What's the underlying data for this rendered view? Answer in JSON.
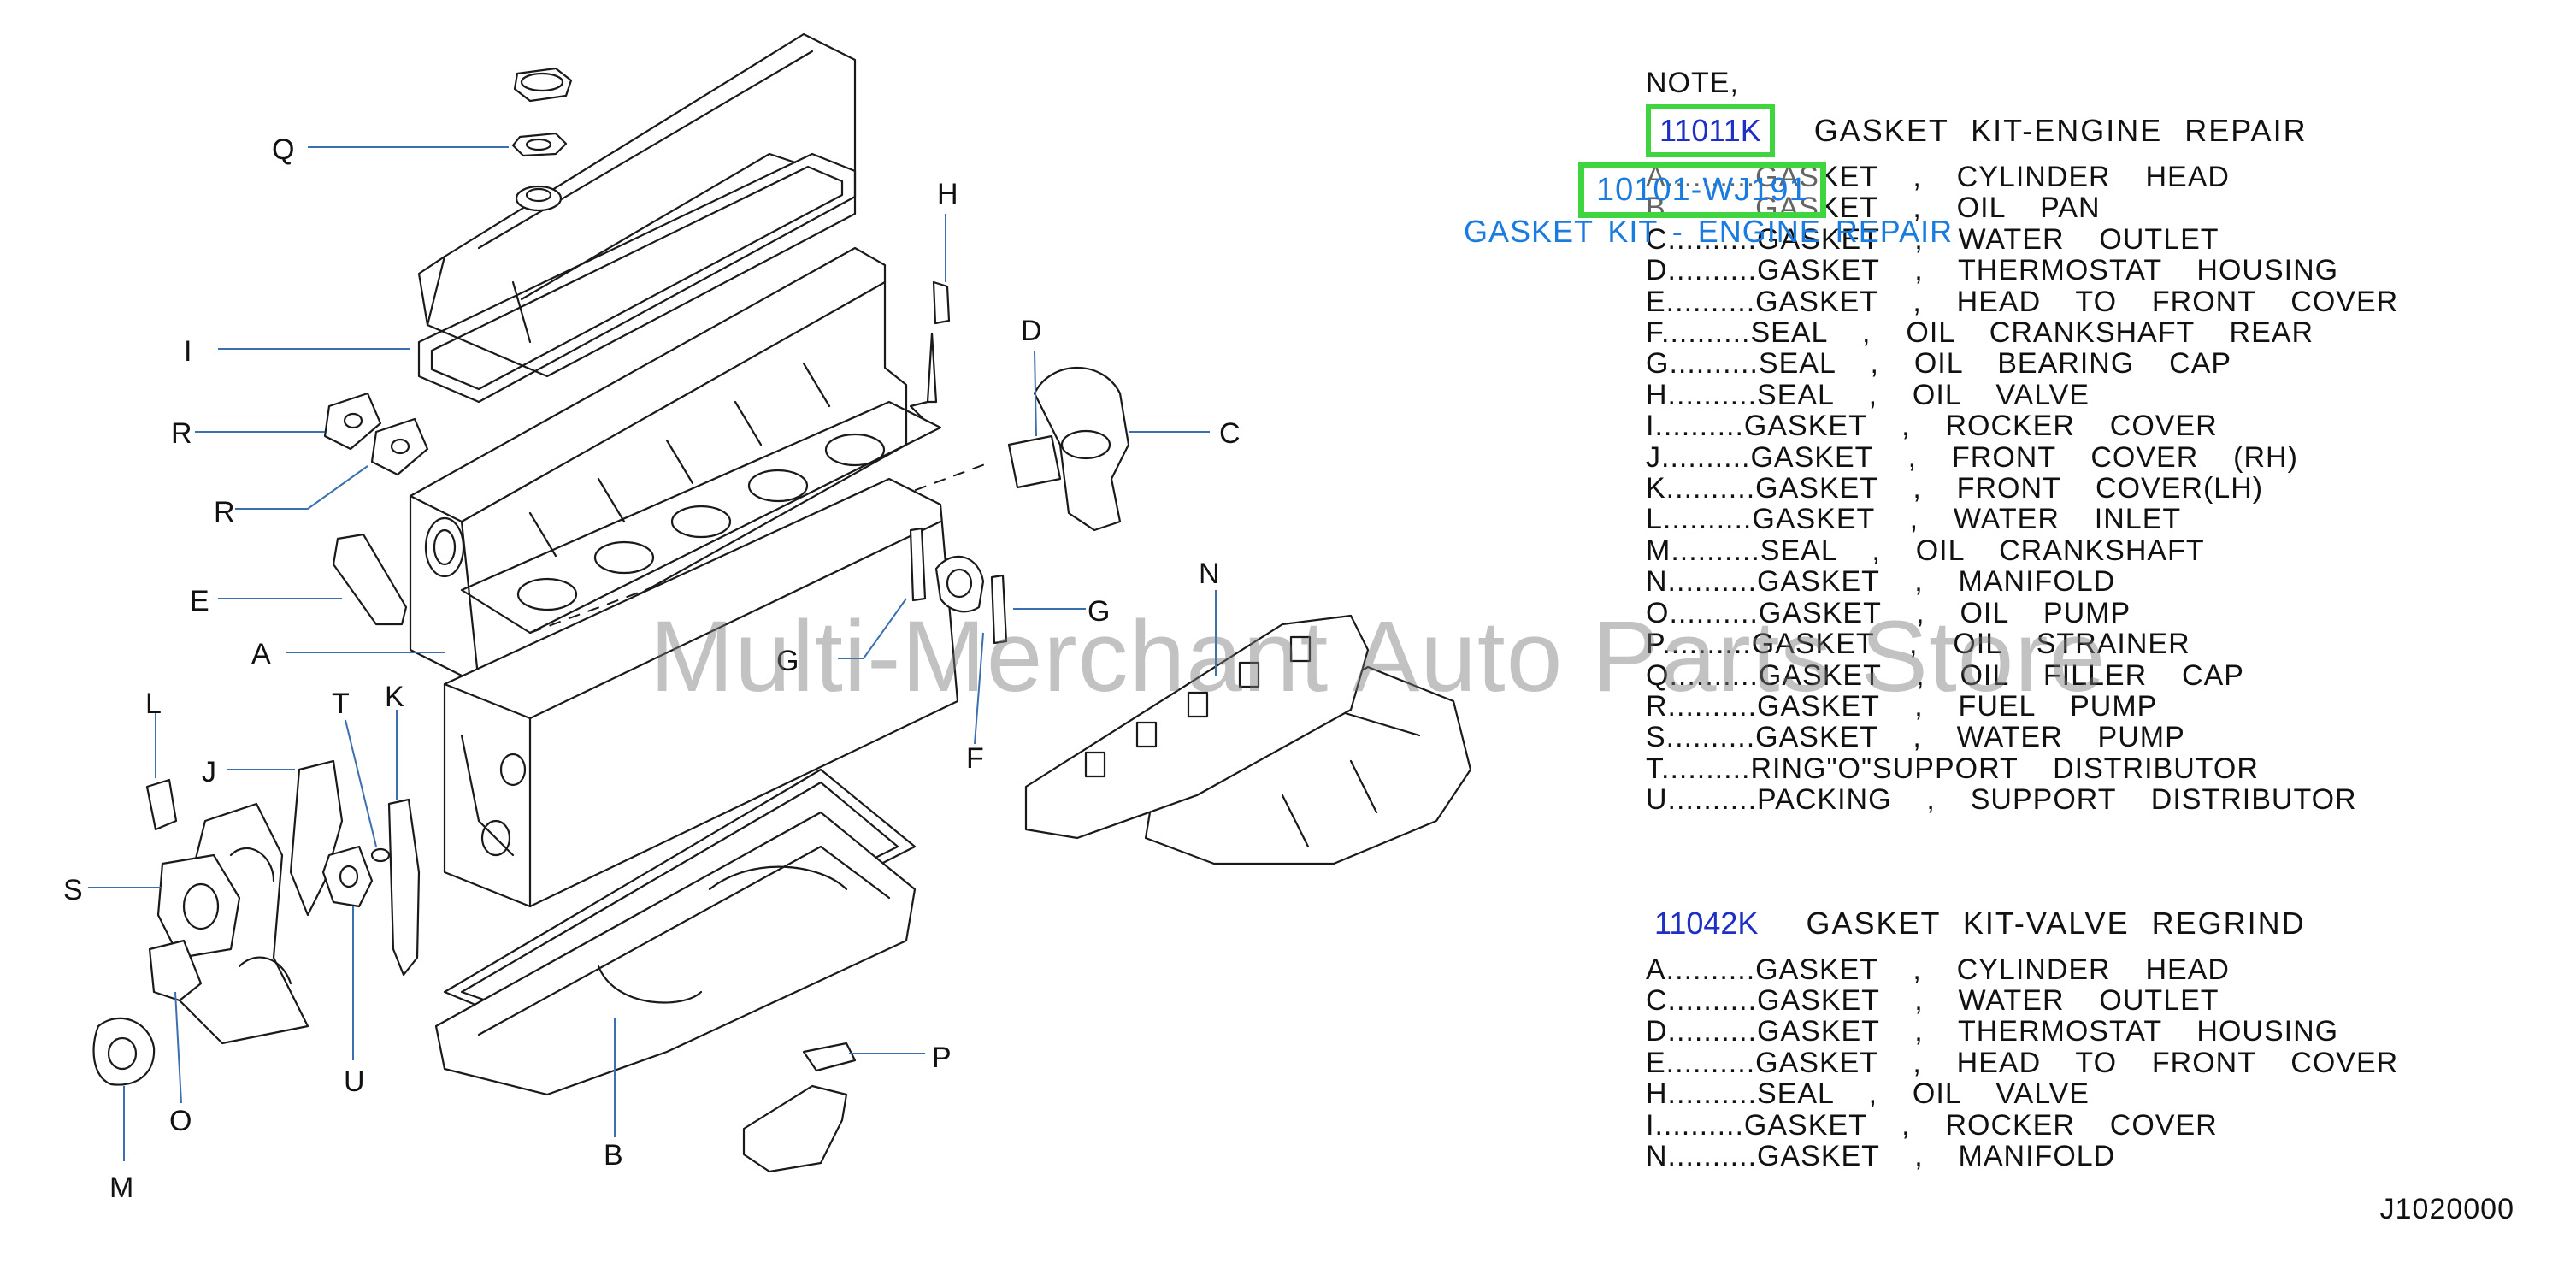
{
  "callouts": {
    "Q": "Q",
    "H": "H",
    "I": "I",
    "D": "D",
    "C": "C",
    "R1": "R",
    "R2": "R",
    "E": "E",
    "N": "N",
    "G1": "G",
    "G2": "G",
    "A": "A",
    "F": "F",
    "L": "L",
    "T": "T",
    "K": "K",
    "J": "J",
    "S": "S",
    "U": "U",
    "O": "O",
    "P": "P",
    "M": "M",
    "B": "B"
  },
  "notes": {
    "title": "NOTE,",
    "kit1": {
      "code": "11011K",
      "name": "GASKET  KIT-ENGINE  REPAIR",
      "items": [
        "A..........GASKET  ,  CYLINDER  HEAD",
        "B..........GASKET  ,  OIL  PAN",
        "C..........GASKET  ,  WATER  OUTLET",
        "D..........GASKET  ,  THERMOSTAT  HOUSING",
        "E..........GASKET  ,  HEAD  TO  FRONT  COVER",
        "F..........SEAL  ,  OIL  CRANKSHAFT  REAR",
        "G..........SEAL  ,  OIL  BEARING  CAP",
        "H..........SEAL  ,  OIL  VALVE",
        "I..........GASKET  ,  ROCKER  COVER",
        "J..........GASKET  ,  FRONT  COVER  (RH)",
        "K..........GASKET  ,  FRONT  COVER(LH)",
        "L..........GASKET  ,  WATER  INLET",
        "M..........SEAL  ,  OIL  CRANKSHAFT",
        "N..........GASKET  ,  MANIFOLD",
        "O..........GASKET  ,  OIL  PUMP",
        "P..........GASKET  ,  OIL  STRAINER",
        "Q..........GASKET  ,  OIL  FILLER  CAP",
        "R..........GASKET  ,  FUEL  PUMP",
        "S..........GASKET  ,  WATER  PUMP",
        "T..........RING\"O\"SUPPORT  DISTRIBUTOR",
        "U..........PACKING  ,  SUPPORT  DISTRIBUTOR"
      ]
    },
    "kit2": {
      "code": "11042K",
      "name": "GASKET  KIT-VALVE  REGRIND",
      "items": [
        "A..........GASKET  ,  CYLINDER  HEAD",
        "C..........GASKET  ,  WATER  OUTLET",
        "D..........GASKET  ,  THERMOSTAT  HOUSING",
        "E..........GASKET  ,  HEAD  TO  FRONT  COVER",
        "H..........SEAL  ,  OIL  VALVE",
        "I..........GASKET  ,  ROCKER  COVER",
        "N..........GASKET  ,  MANIFOLD"
      ]
    }
  },
  "overlay": {
    "part_code": "10101-WJ191",
    "part_name": "GASKET KIT - ENGINE REPAIR"
  },
  "watermark": "Multi-Merchant Auto Parts Store",
  "reference_code": "J1020000",
  "colors": {
    "link_blue": "#1d2fc4",
    "highlight_green": "#3fd53f",
    "leader_blue": "#3a6fb0"
  }
}
